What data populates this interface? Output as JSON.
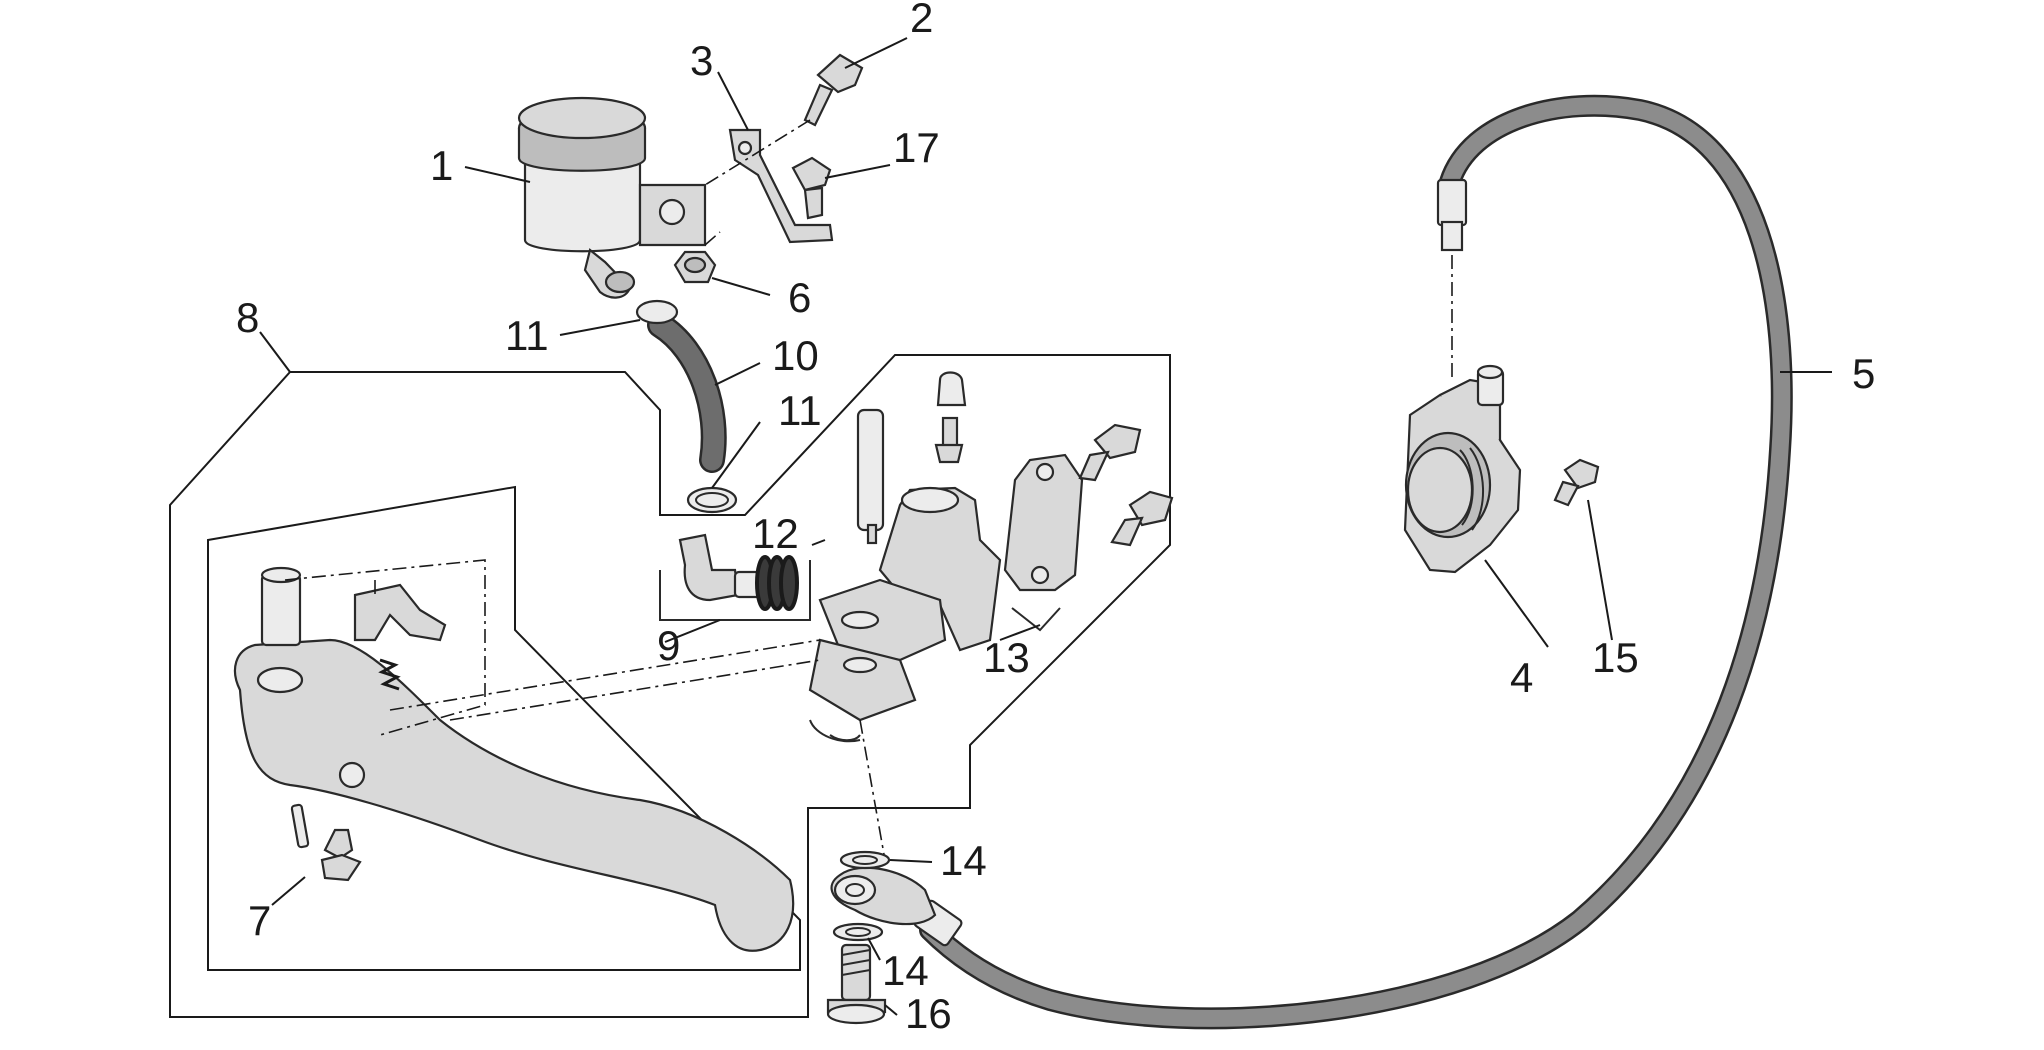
{
  "diagram": {
    "callouts": [
      {
        "id": "1",
        "text": "1"
      },
      {
        "id": "2",
        "text": "2"
      },
      {
        "id": "3",
        "text": "3"
      },
      {
        "id": "4",
        "text": "4"
      },
      {
        "id": "5",
        "text": "5"
      },
      {
        "id": "6",
        "text": "6"
      },
      {
        "id": "7",
        "text": "7"
      },
      {
        "id": "8",
        "text": "8"
      },
      {
        "id": "9",
        "text": "9"
      },
      {
        "id": "10",
        "text": "10"
      },
      {
        "id": "11a",
        "text": "11"
      },
      {
        "id": "11b",
        "text": "11"
      },
      {
        "id": "12",
        "text": "12"
      },
      {
        "id": "13",
        "text": "13"
      },
      {
        "id": "14a",
        "text": "14"
      },
      {
        "id": "14b",
        "text": "14"
      },
      {
        "id": "15",
        "text": "15"
      },
      {
        "id": "16",
        "text": "16"
      },
      {
        "id": "17",
        "text": "17"
      }
    ],
    "colors": {
      "line": "#1a1a1a",
      "part_fill": "#d9d9d9",
      "part_dark": "#bdbdbd",
      "hose": "#8c8c8c"
    }
  }
}
